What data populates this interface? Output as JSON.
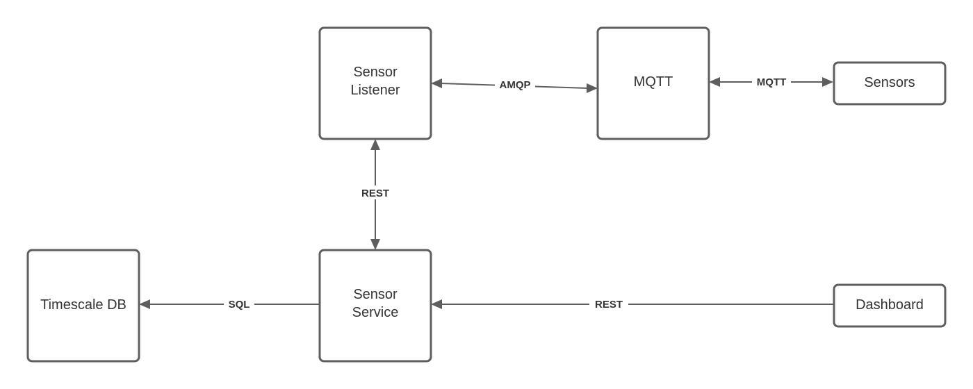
{
  "nodes": {
    "sensor_listener": {
      "line1": "Sensor",
      "line2": "Listener"
    },
    "mqtt_broker": {
      "label": "MQTT"
    },
    "sensors": {
      "label": "Sensors"
    },
    "timescale_db": {
      "label": "Timescale DB"
    },
    "sensor_service": {
      "line1": "Sensor",
      "line2": "Service"
    },
    "dashboard": {
      "label": "Dashboard"
    }
  },
  "edges": {
    "listener_mqtt": {
      "label": "AMQP"
    },
    "mqtt_sensors": {
      "label": "MQTT"
    },
    "listener_service": {
      "label": "REST"
    },
    "service_db": {
      "label": "SQL"
    },
    "dashboard_service": {
      "label": "REST"
    }
  },
  "colors": {
    "stroke": "#5e5e5e",
    "text": "#333333",
    "background": "#ffffff"
  }
}
